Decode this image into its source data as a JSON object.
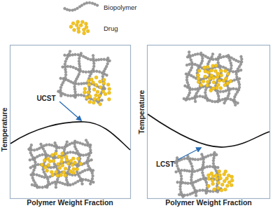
{
  "diagram": {
    "labels": [
      "Temperature",
      "UCST",
      "Polymer Weight Fraction",
      "Temperature",
      "LCST",
      "Polymer Weight Fraction"
    ],
    "legend": [
      {
        "text": "Biopolymer"
      },
      {
        "text": "Drug"
      }
    ]
  }
}
